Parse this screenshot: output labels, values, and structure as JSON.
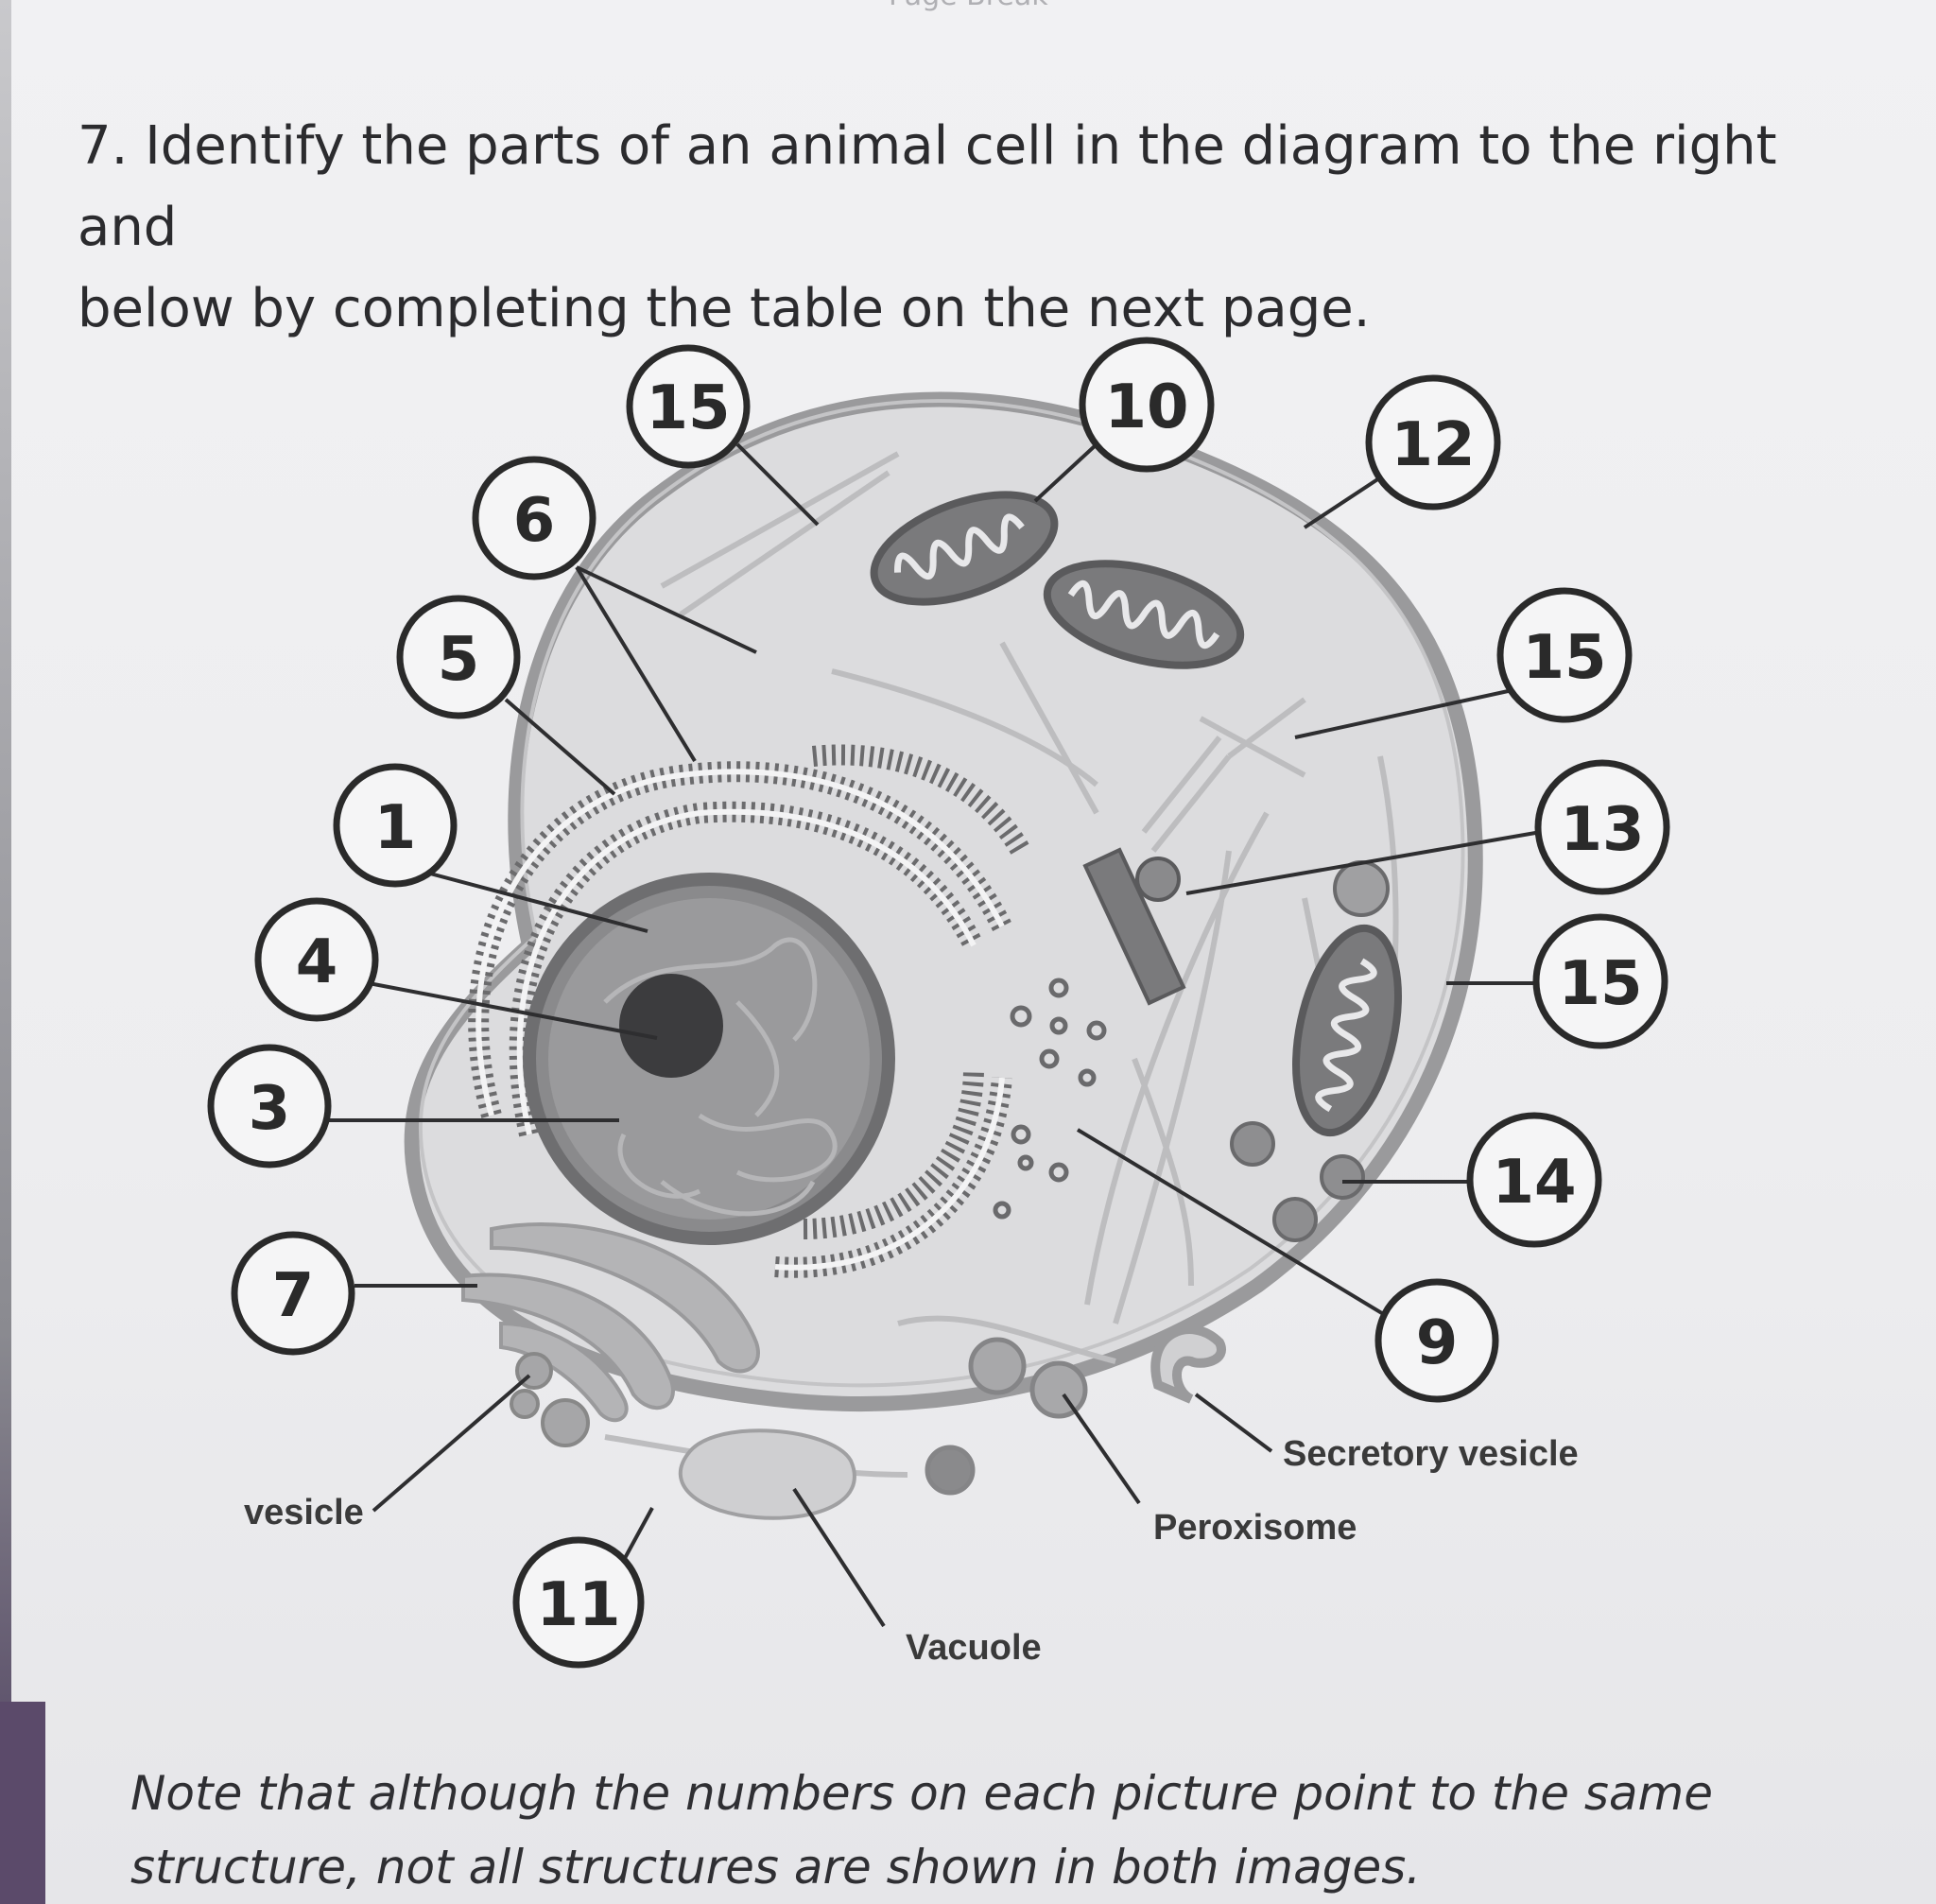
{
  "header": {
    "page_break_label": "Page Break"
  },
  "question": {
    "line1": "7. Identify the parts of an animal cell in the diagram to the right and",
    "line2": "below by completing the table on the next page."
  },
  "diagram": {
    "numbers": {
      "n15_top": "15",
      "n10": "10",
      "n12": "12",
      "n6": "6",
      "n5": "5",
      "n15_right": "15",
      "n1": "1",
      "n13": "13",
      "n4": "4",
      "n15_mid": "15",
      "n3": "3",
      "n14": "14",
      "n7": "7",
      "n9": "9",
      "n11": "11"
    },
    "labels": {
      "vesicle": "vesicle",
      "secretory_vesicle": "Secretory vesicle",
      "peroxisome": "Peroxisome",
      "vacuole": "Vacuole"
    }
  },
  "note": {
    "line1": "Note that although the numbers on each picture point to the same",
    "line2": "structure, not all structures are shown in both images."
  }
}
